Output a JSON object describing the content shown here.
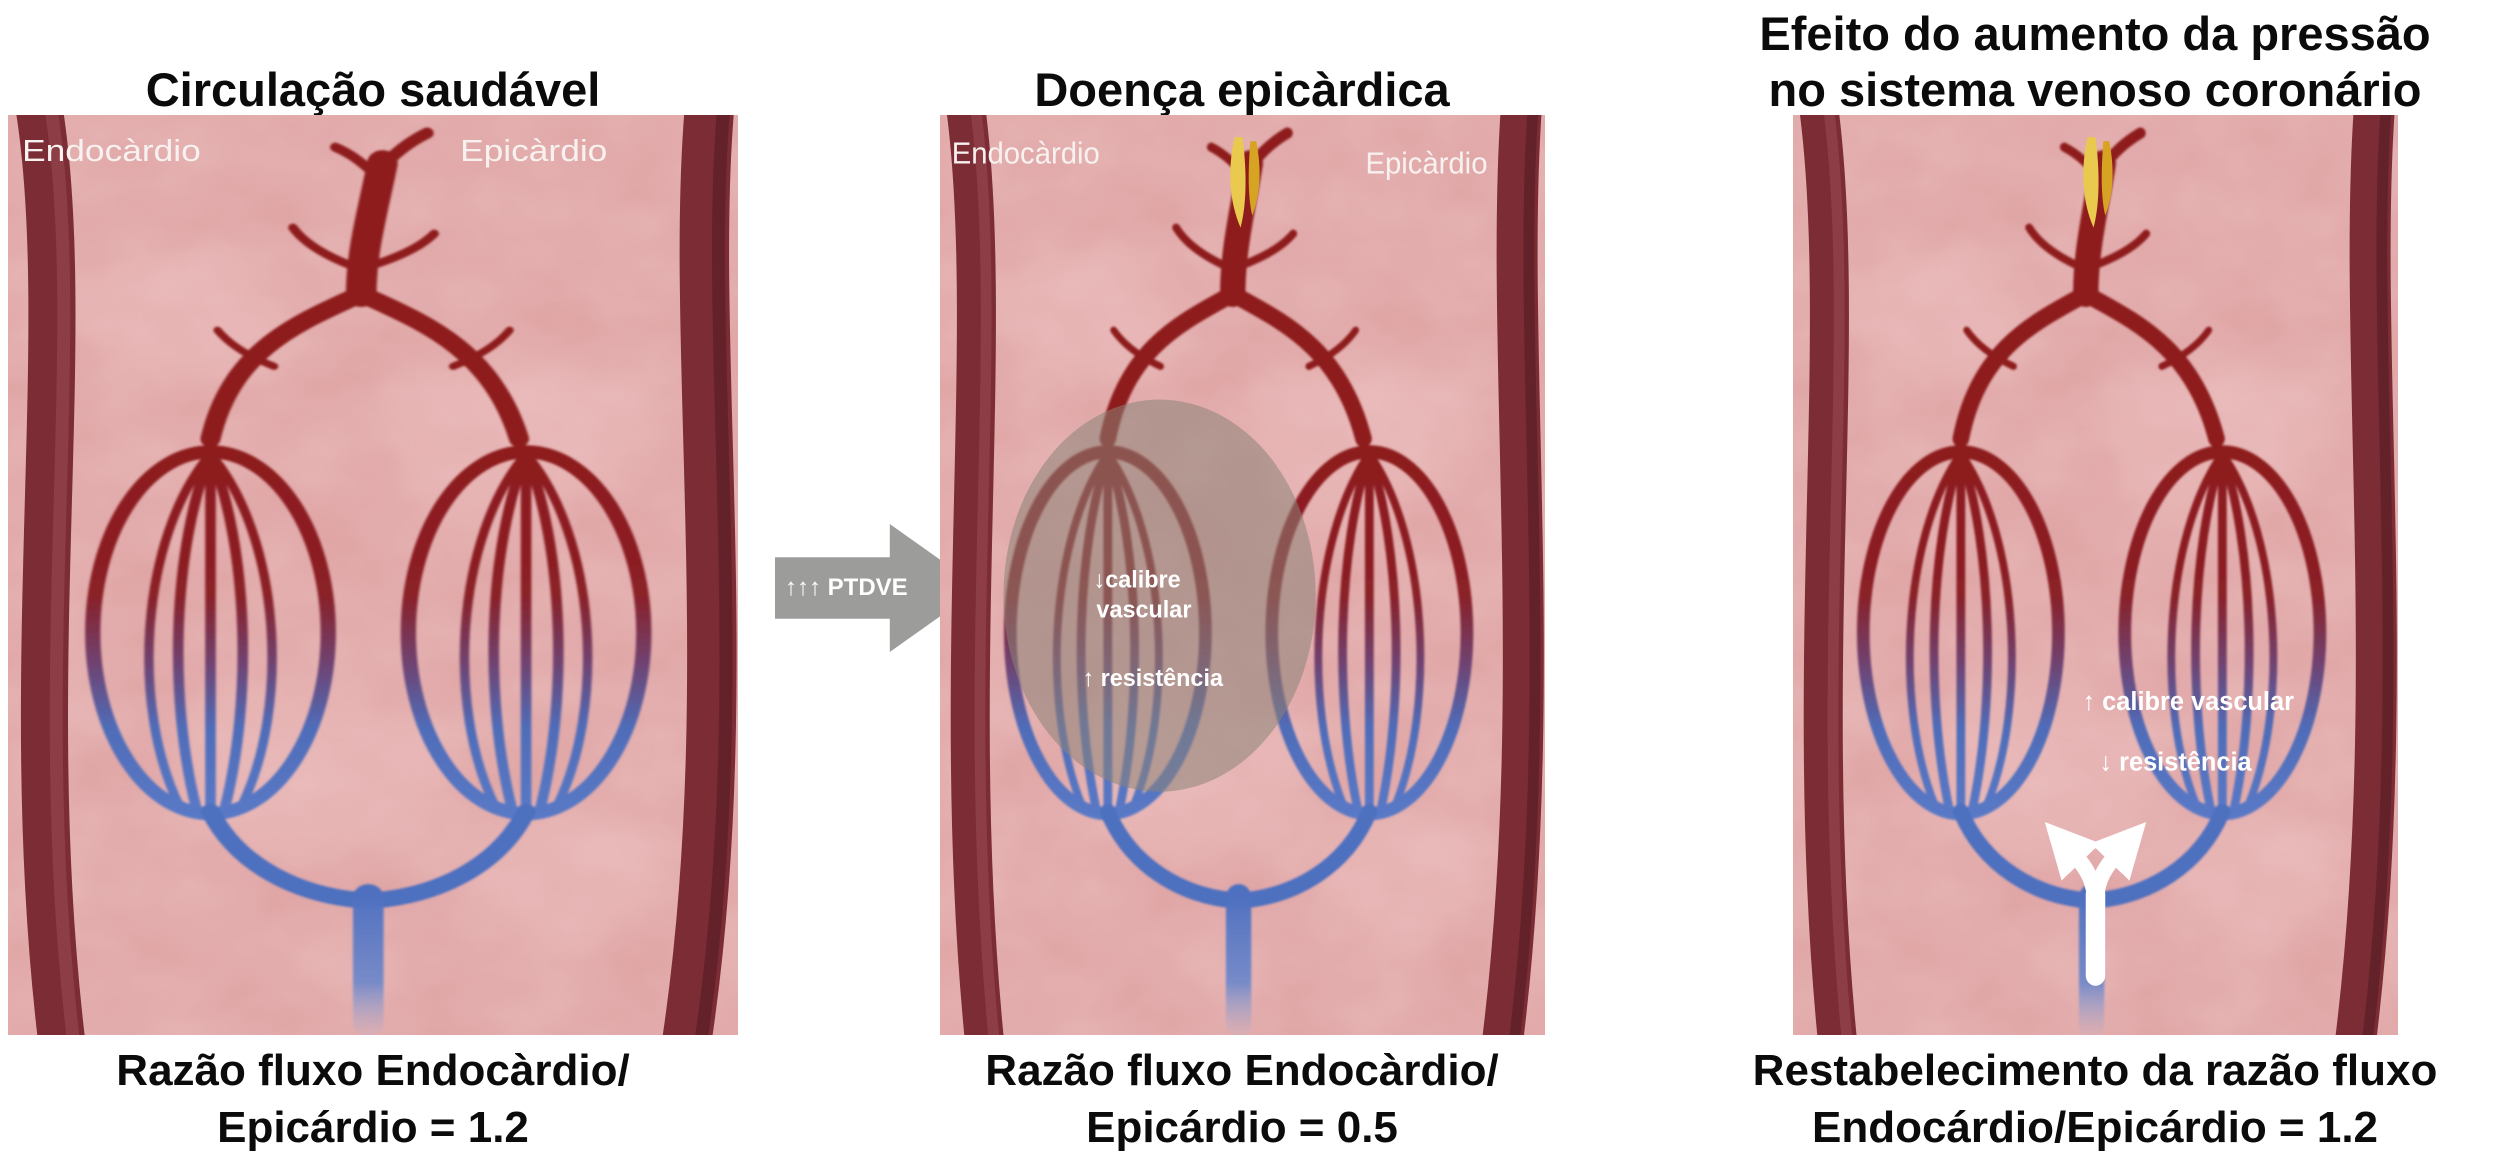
{
  "arrow": {
    "label": "↑↑↑ PTDVE",
    "color": "#9c9c9a"
  },
  "panels": [
    {
      "title": "Circulação saudável",
      "endocardio_label": "Endocàrdio",
      "epicardio_label": "Epicàrdio",
      "caption_line1": "Razão fluxo Endocàrdio/",
      "caption_line2": "Epicárdio = 1.2"
    },
    {
      "title": "Doença epicàrdica",
      "endocardio_label": "Endocàrdio",
      "epicardio_label": "Epicàrdio",
      "annotation_calibre_line1": "↓calibre",
      "annotation_calibre_line2": "vascular",
      "annotation_resistencia": "↑ resistência",
      "caption_line1": "Razão fluxo Endocàrdio/",
      "caption_line2": "Epicárdio = 0.5"
    },
    {
      "title_line1": "Efeito do aumento da pressão",
      "title_line2": "no sistema venoso coronário",
      "annotation_calibre": "↑ calibre vascular",
      "annotation_resistencia": "↓ resistência",
      "caption_line1": "Restabelecimento da razão fluxo",
      "caption_line2": "Endocárdio/Epicárdio = 1.2"
    }
  ],
  "colors": {
    "artery_red": "#8e1d1d",
    "vein_blue": "#4e6fbf",
    "myocardium": "#dfa3a3",
    "vessel_wall": "#7b2c35",
    "plaque_yellow": "#e9c94e",
    "arrow_gray": "#9c9c9a"
  }
}
